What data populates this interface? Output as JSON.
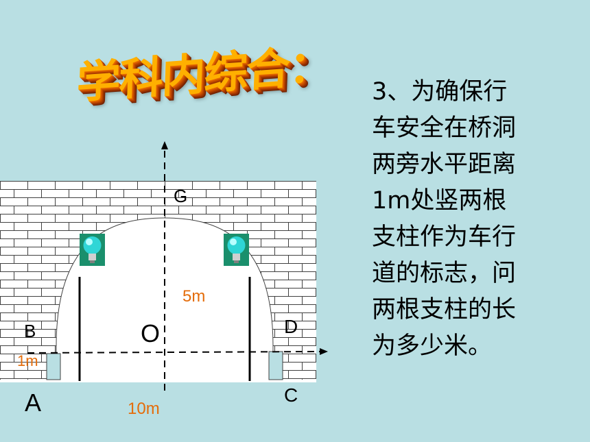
{
  "slide": {
    "title": "学科内综合：",
    "problem_lines": [
      "3、为确保行",
      "车安全在桥洞",
      "两旁水平距离",
      "1m处竖两根",
      "支柱作为车行",
      "道的标志，问",
      "两根支柱的长",
      "为多少米。"
    ]
  },
  "diagram": {
    "labels": {
      "G": "G",
      "O": "O",
      "A": "A",
      "B": "B",
      "C": "C",
      "D": "D",
      "height": "5m",
      "width": "10m",
      "offset": "1m"
    },
    "colors": {
      "background": "#b9dfe3",
      "wall": "#ffffff",
      "brick_line": "#404040",
      "dimension_text": "#e46c0a",
      "lamp": "#2fd6d6"
    },
    "icons": [
      "lamp-icon",
      "lamp-icon"
    ]
  }
}
